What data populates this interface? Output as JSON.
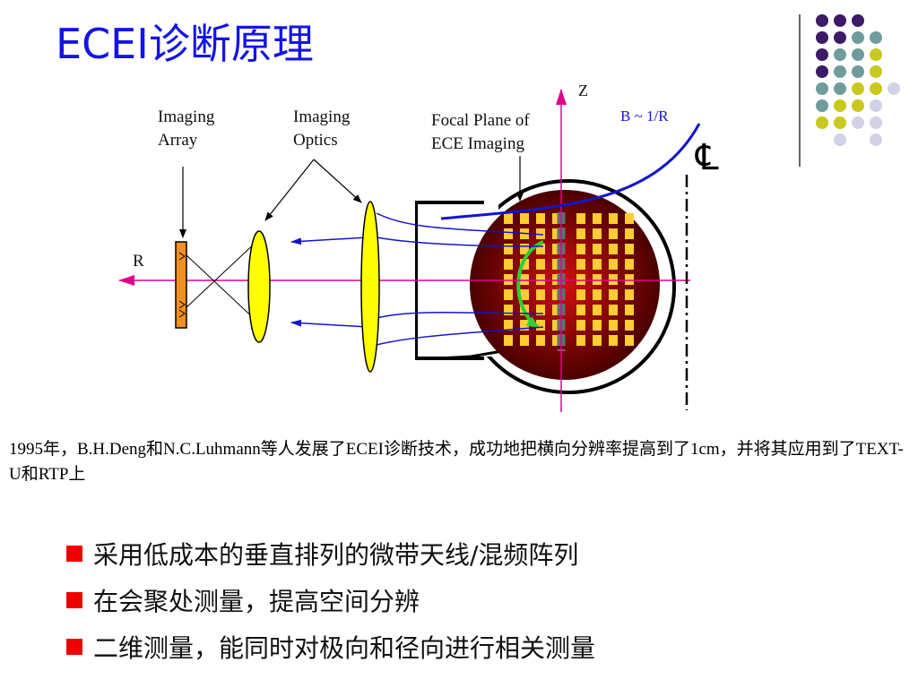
{
  "slide": {
    "title": "ECEI诊断原理",
    "labels": {
      "imaging_array": [
        "Imaging",
        "Array"
      ],
      "imaging_optics": [
        "Imaging",
        "Optics"
      ],
      "focal_plane": [
        "Focal Plane of",
        "ECE Imaging"
      ],
      "z_axis": "Z",
      "r_axis": "R",
      "b_field": "B ~ 1/R",
      "centerline": "℄"
    },
    "description": "1995年，B.H.Deng和N.C.Luhmann等人发展了ECEI诊断技术，成功地把横向分辨率提高到了1cm，并将其应用到了TEXT-U和RTP上",
    "bullets": [
      "采用低成本的垂直排列的微带天线/混频阵列",
      "在会聚处测量，提高空间分辨",
      "二维测量，能同时对极向和径向进行相关测量"
    ]
  },
  "colors": {
    "title": "#1414e6",
    "bullet_marker": "#ee0000",
    "axis": "#e0008c",
    "rays": "#1414cc",
    "lens": "#ffff00",
    "array": "#f09020",
    "detector": "#ffcc33",
    "sightline": "#607070",
    "rotation_arrow": "#33cc33",
    "plasma_core": "#d01010",
    "plasma_edge": "#4a0000",
    "dot_purple": "#3b1a66",
    "dot_teal": "#6f9c9c",
    "dot_yellow": "#c8c81e",
    "dot_lavender": "#d2d2e6"
  }
}
